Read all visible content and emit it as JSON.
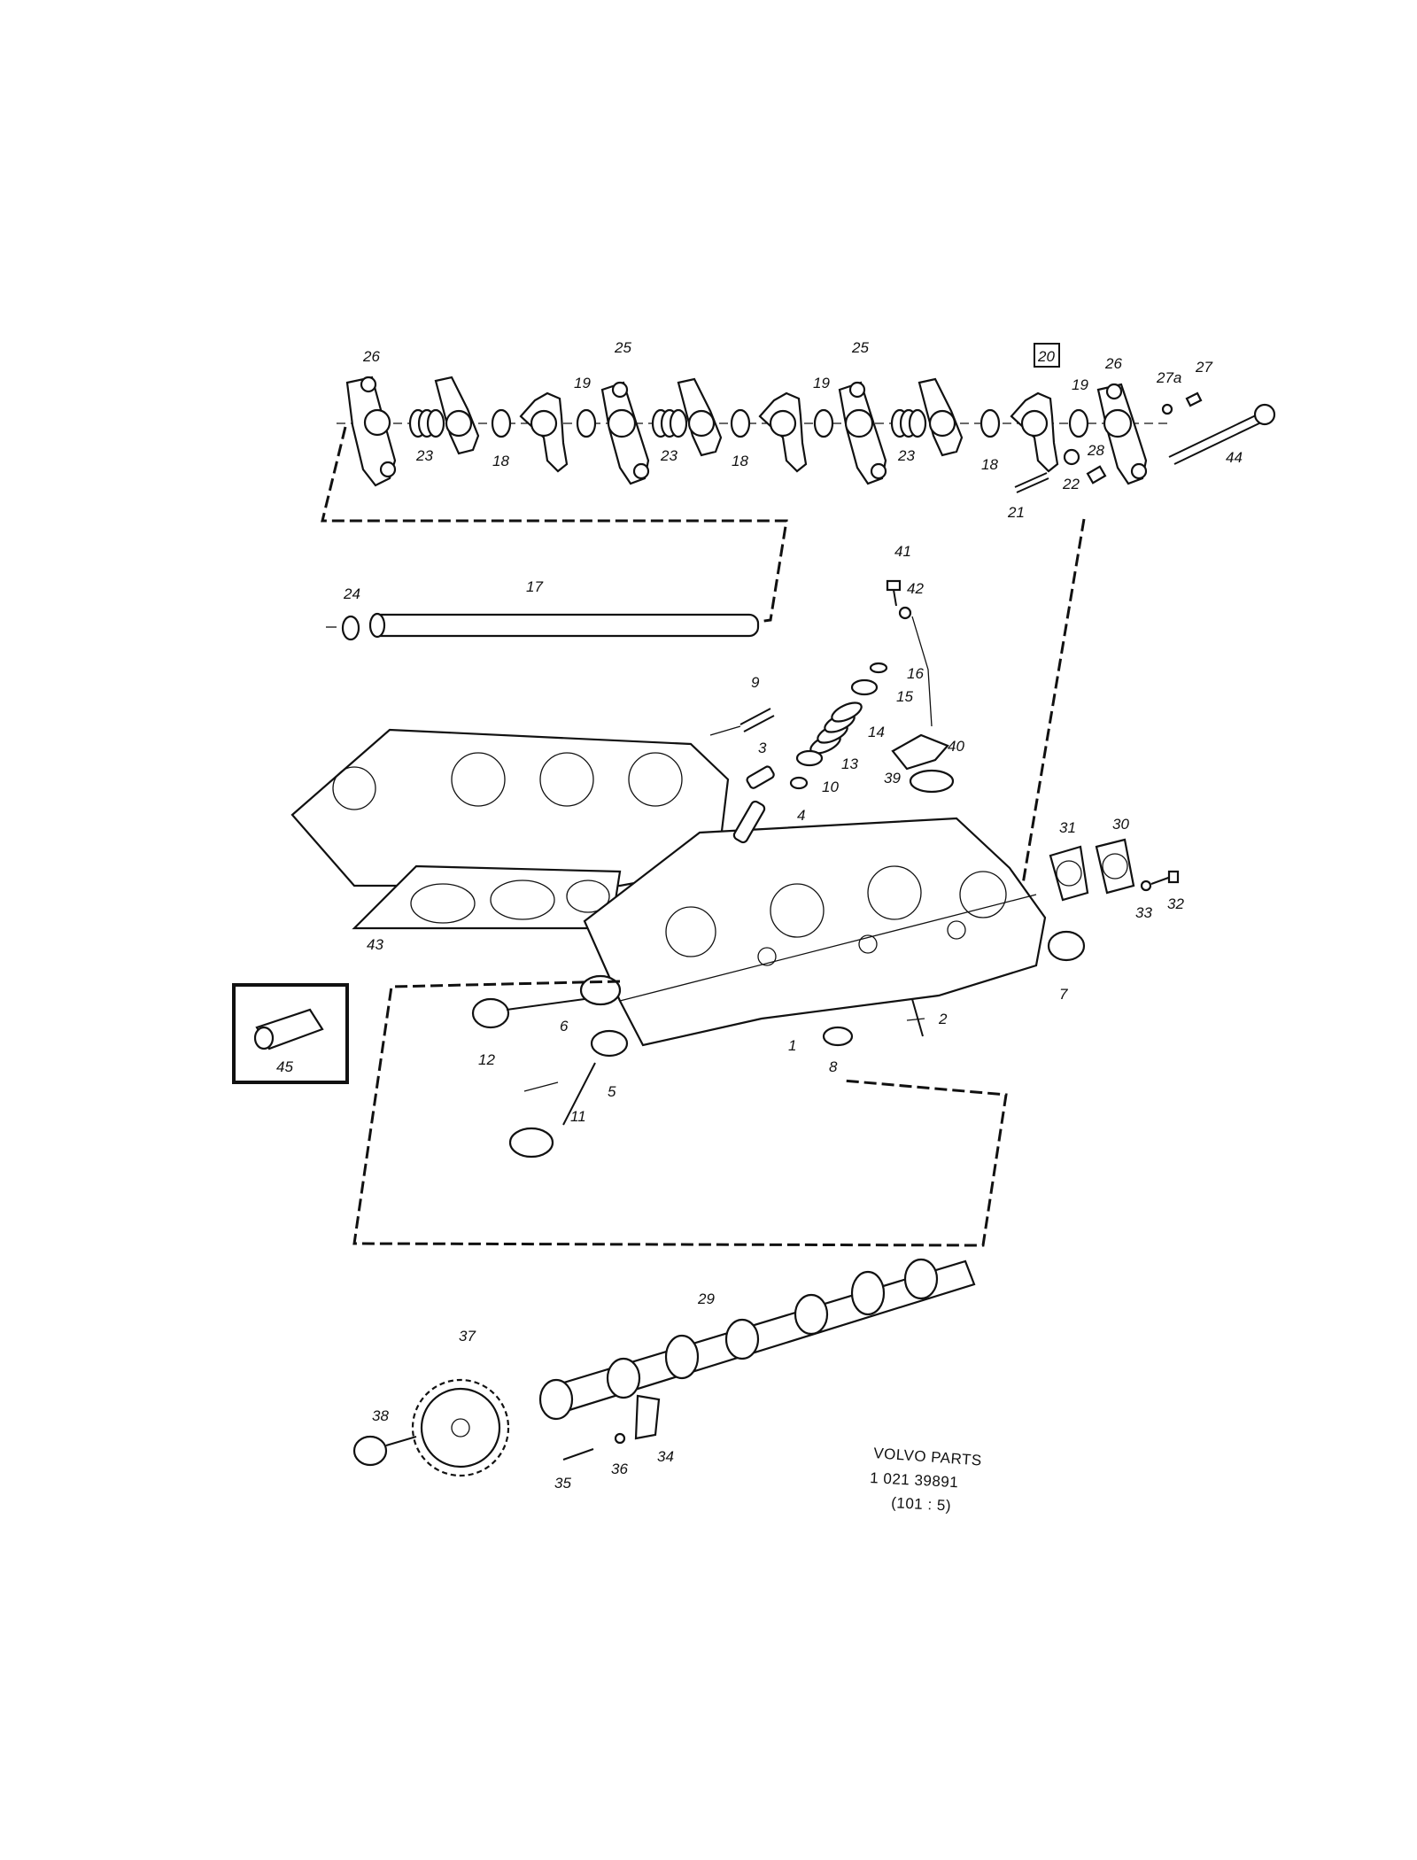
{
  "diagram": {
    "callouts": [
      {
        "id": "c26a",
        "text": "26"
      },
      {
        "id": "c23a",
        "text": "23"
      },
      {
        "id": "c18a",
        "text": "18"
      },
      {
        "id": "c19a",
        "text": "19"
      },
      {
        "id": "c25a",
        "text": "25"
      },
      {
        "id": "c23b",
        "text": "23"
      },
      {
        "id": "c18b",
        "text": "18"
      },
      {
        "id": "c19b",
        "text": "19"
      },
      {
        "id": "c25b",
        "text": "25"
      },
      {
        "id": "c23c",
        "text": "23"
      },
      {
        "id": "c18c",
        "text": "18"
      },
      {
        "id": "c20",
        "text": "20"
      },
      {
        "id": "c19c",
        "text": "19"
      },
      {
        "id": "c26b",
        "text": "26"
      },
      {
        "id": "c27a",
        "text": "27a"
      },
      {
        "id": "c27",
        "text": "27"
      },
      {
        "id": "c28",
        "text": "28"
      },
      {
        "id": "c22",
        "text": "22"
      },
      {
        "id": "c21",
        "text": "21"
      },
      {
        "id": "c44",
        "text": "44"
      },
      {
        "id": "c24",
        "text": "24"
      },
      {
        "id": "c17",
        "text": "17"
      },
      {
        "id": "c41",
        "text": "41"
      },
      {
        "id": "c42",
        "text": "42"
      },
      {
        "id": "c16",
        "text": "16"
      },
      {
        "id": "c15",
        "text": "15"
      },
      {
        "id": "c9",
        "text": "9"
      },
      {
        "id": "c14",
        "text": "14"
      },
      {
        "id": "c3",
        "text": "3"
      },
      {
        "id": "c13",
        "text": "13"
      },
      {
        "id": "c40",
        "text": "40"
      },
      {
        "id": "c39",
        "text": "39"
      },
      {
        "id": "c10",
        "text": "10"
      },
      {
        "id": "c4",
        "text": "4"
      },
      {
        "id": "c31",
        "text": "31"
      },
      {
        "id": "c30",
        "text": "30"
      },
      {
        "id": "c33",
        "text": "33"
      },
      {
        "id": "c32",
        "text": "32"
      },
      {
        "id": "c43",
        "text": "43"
      },
      {
        "id": "c7",
        "text": "7"
      },
      {
        "id": "c6",
        "text": "6"
      },
      {
        "id": "c2",
        "text": "2"
      },
      {
        "id": "c1",
        "text": "1"
      },
      {
        "id": "c12",
        "text": "12"
      },
      {
        "id": "c45",
        "text": "45"
      },
      {
        "id": "c5",
        "text": "5"
      },
      {
        "id": "c8",
        "text": "8"
      },
      {
        "id": "c11",
        "text": "11"
      },
      {
        "id": "c29",
        "text": "29"
      },
      {
        "id": "c37",
        "text": "37"
      },
      {
        "id": "c38",
        "text": "38"
      },
      {
        "id": "c34",
        "text": "34"
      },
      {
        "id": "c36",
        "text": "36"
      },
      {
        "id": "c35",
        "text": "35"
      }
    ],
    "caption": {
      "line1": "VOLVO PARTS",
      "line2": "1 021  39891",
      "line3": "(101 : 5)"
    }
  }
}
